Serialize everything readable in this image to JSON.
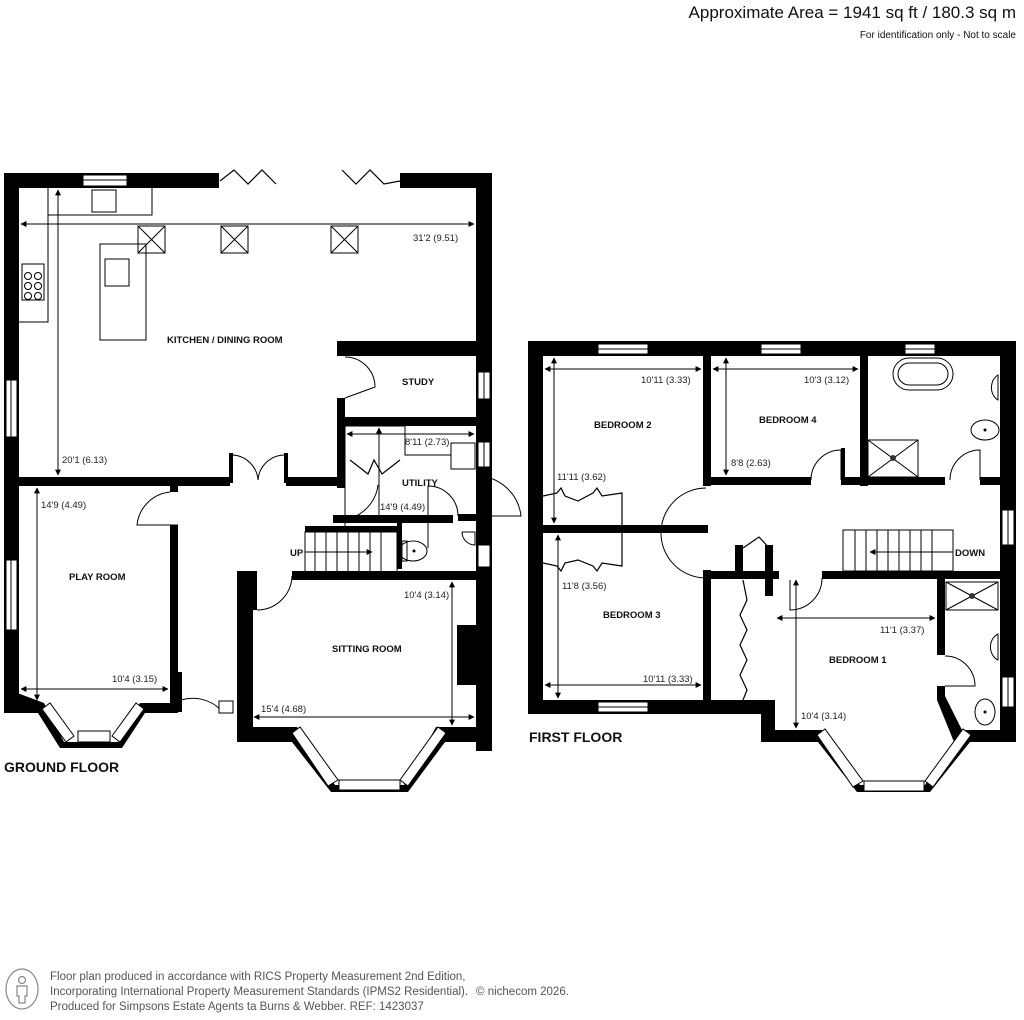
{
  "header": {
    "approximate_area": "Approximate Area = 1941 sq ft / 180.3 sq m",
    "note": "For identification only - Not to scale"
  },
  "ground_floor": {
    "label": "GROUND FLOOR",
    "rooms": [
      {
        "name": "KITCHEN / DINING ROOM",
        "dims": [
          "31'2 (9.51)",
          "20'1 (6.13)"
        ]
      },
      {
        "name": "STUDY",
        "dims": []
      },
      {
        "name": "UTILITY",
        "dims": [
          "8'11 (2.73)",
          "14'9 (4.49)"
        ]
      },
      {
        "name": "PLAY ROOM",
        "dims": [
          "14'9 (4.49)",
          "10'4 (3.15)"
        ]
      },
      {
        "name": "SITTING ROOM",
        "dims": [
          "10'4 (3.14)",
          "15'4 (4.68)"
        ]
      }
    ],
    "stairs_label": "UP"
  },
  "first_floor": {
    "label": "FIRST FLOOR",
    "rooms": [
      {
        "name": "BEDROOM 2",
        "dims": [
          "10'11 (3.33)",
          "11'11 (3.62)"
        ]
      },
      {
        "name": "BEDROOM 4",
        "dims": [
          "10'3 (3.12)",
          "8'8 (2.63)"
        ]
      },
      {
        "name": "BEDROOM 3",
        "dims": [
          "11'8 (3.56)",
          "10'11 (3.33)"
        ]
      },
      {
        "name": "BEDROOM 1",
        "dims": [
          "11'1 (3.37)",
          "10'4 (3.14)"
        ]
      }
    ],
    "stairs_label": "DOWN"
  },
  "footer": {
    "line1": "Floor plan produced in accordance with RICS Property Measurement 2nd Edition,",
    "line2": "Incorporating International Property Measurement Standards (IPMS2 Residential).",
    "copyright": "© nichecom 2026.",
    "line3": "Produced for Simpsons Estate Agents ta Burns & Webber.   REF:  1423037"
  }
}
